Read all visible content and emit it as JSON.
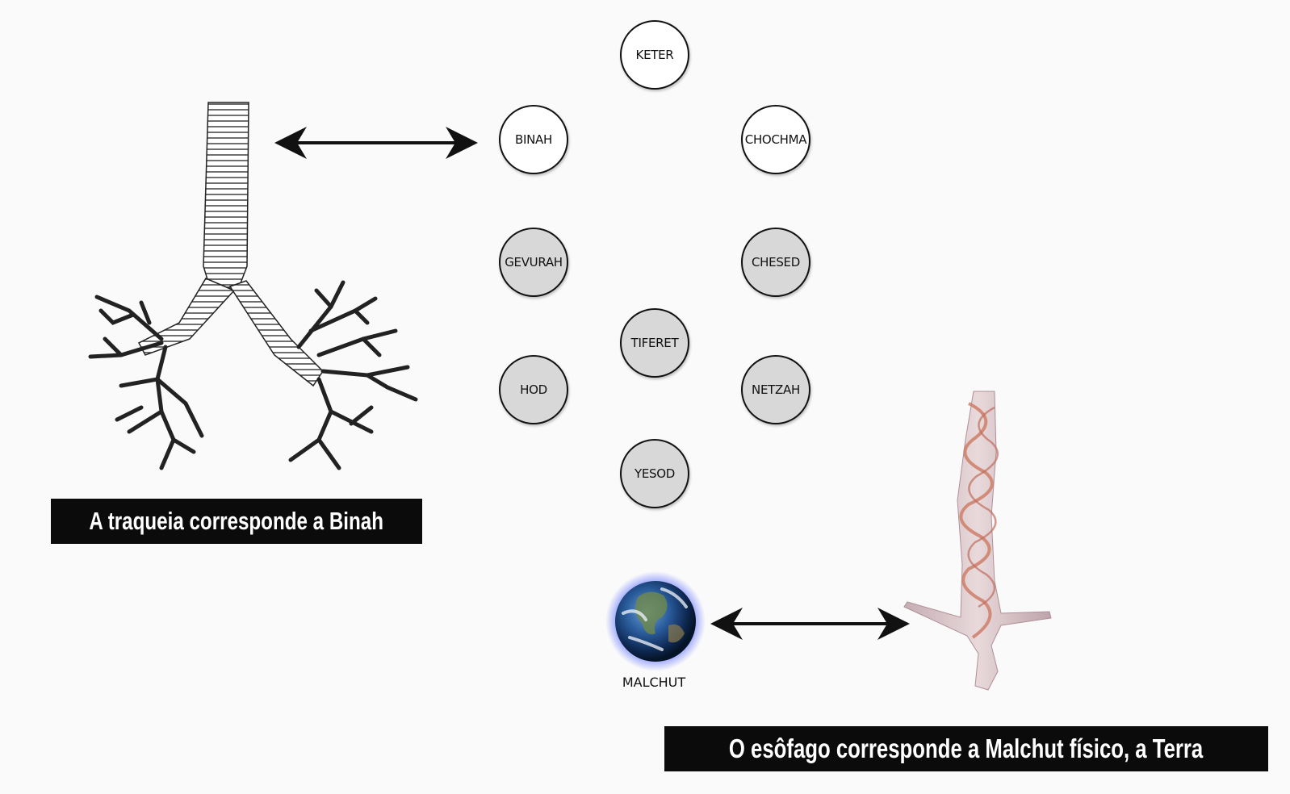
{
  "sefirot": [
    {
      "id": "keter",
      "label": "KETER",
      "style": "white"
    },
    {
      "id": "binah",
      "label": "BINAH",
      "style": "white"
    },
    {
      "id": "chochma",
      "label": "CHOCHMA",
      "style": "white"
    },
    {
      "id": "gevurah",
      "label": "GEVURAH",
      "style": "grey"
    },
    {
      "id": "chesed",
      "label": "CHESED",
      "style": "grey"
    },
    {
      "id": "tiferet",
      "label": "TIFERET",
      "style": "grey"
    },
    {
      "id": "hod",
      "label": "HOD",
      "style": "grey"
    },
    {
      "id": "netzah",
      "label": "NETZAH",
      "style": "grey"
    },
    {
      "id": "yesod",
      "label": "YESOD",
      "style": "grey"
    }
  ],
  "malchut": {
    "label": "MALCHUT"
  },
  "captions": {
    "binah": "A traqueia corresponde a Binah",
    "malchut": "O esôfago corresponde a Malchut físico, a Terra"
  },
  "colors": {
    "caption_bg": "#0b0b0b",
    "caption_text": "#ffffff",
    "node_white": "#ffffff",
    "node_grey": "#d8d8d8",
    "earth_glow": "#5a6cff"
  },
  "images": {
    "trachea": "trachea-illustration",
    "esophagus": "esophagus-illustration",
    "earth": "earth-globe"
  }
}
